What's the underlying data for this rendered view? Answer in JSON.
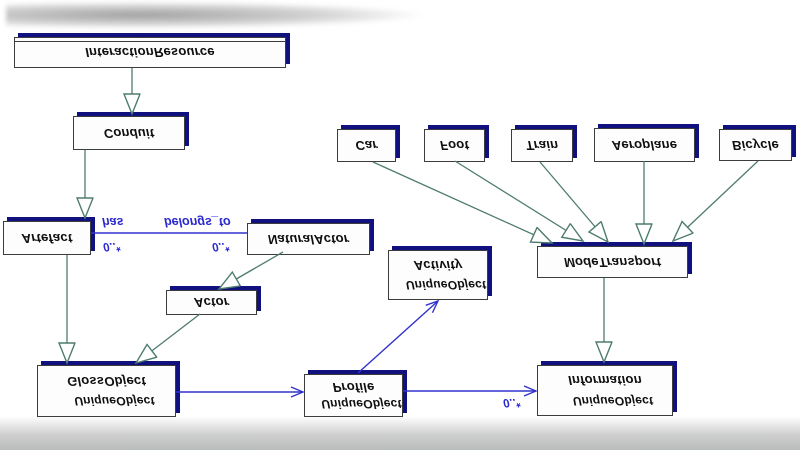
{
  "diagram": {
    "boxes": [
      {
        "label": "InteractionResource"
      },
      {
        "label": "Conduit"
      },
      {
        "label": "Car"
      },
      {
        "label": "Foot"
      },
      {
        "label": "Train"
      },
      {
        "label": "Aeroplane"
      },
      {
        "label": "Bicycle"
      },
      {
        "label": "Artefact"
      },
      {
        "label": "NaturalActor"
      },
      {
        "label": "Actor"
      },
      {
        "label": "Activity",
        "sublabel": "UniqueObject"
      },
      {
        "label": "ModeTransport"
      },
      {
        "label": "GlossObject",
        "sublabel": "UniqueObject"
      },
      {
        "label": "Profile",
        "sublabel": "UniqueObject"
      },
      {
        "label": "Information",
        "sublabel": "UniqueObject"
      }
    ],
    "edge_labels": {
      "has": "has",
      "belongs_to": "belongs_to",
      "mult_artefact": "0..*",
      "mult_naturalactor": "0..*",
      "mult_information": "0..*"
    },
    "colors": {
      "generalization_line": "#4e7b6f",
      "association_line": "#3232cd",
      "box_shadow": "#10107e",
      "box_border": "#3c3c3c",
      "edge_label_text": "#2a2ad0"
    }
  }
}
